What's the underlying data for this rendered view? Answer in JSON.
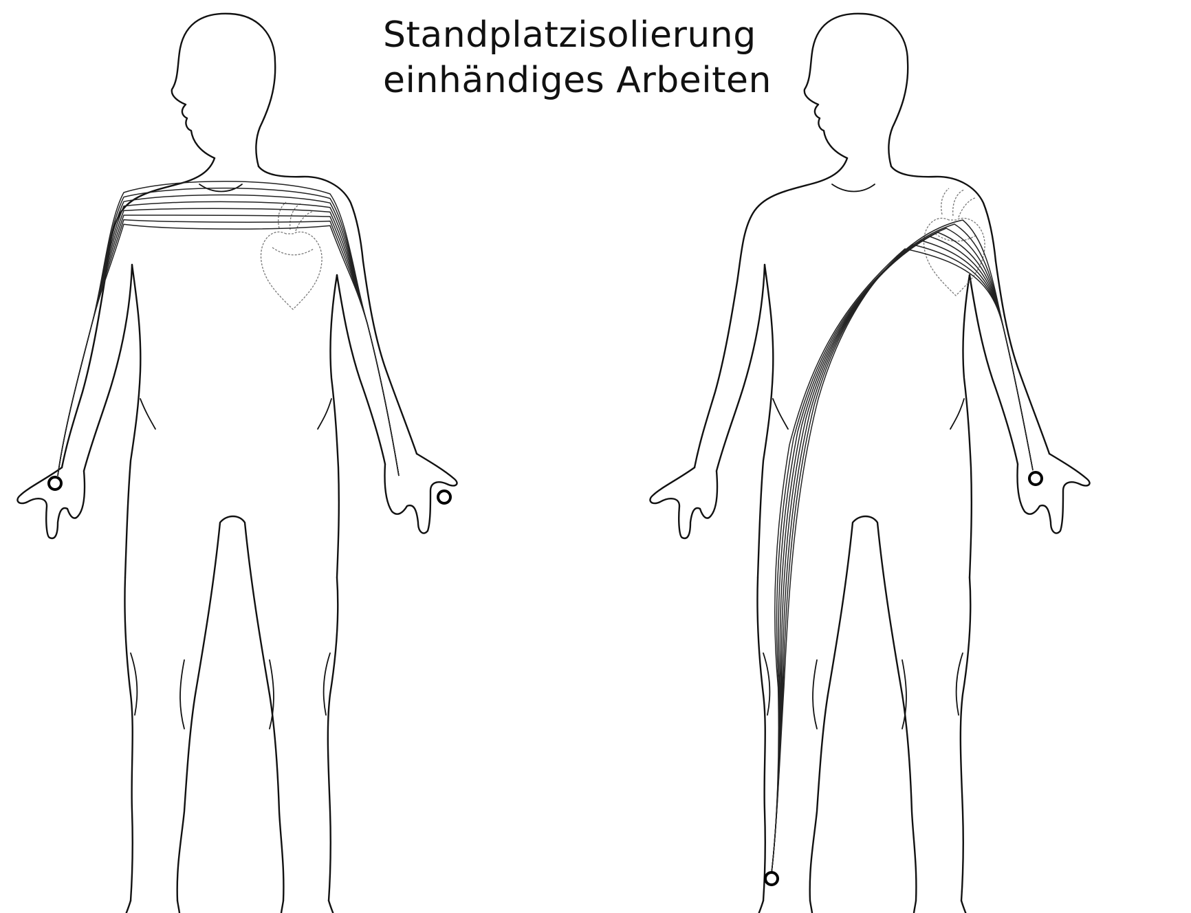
{
  "caption": {
    "line1": "Standplatzisolierung",
    "line2": "einhändiges Arbeiten"
  },
  "figures": [
    {
      "id": "left",
      "current_path": "hand-to-hand",
      "contacts": [
        "right-hand",
        "left-hand"
      ]
    },
    {
      "id": "right",
      "current_path": "hand-to-foot",
      "contacts": [
        "left-hand",
        "right-foot"
      ]
    }
  ],
  "colors": {
    "line": "#111111",
    "heart": "#777777",
    "background": "#ffffff"
  }
}
